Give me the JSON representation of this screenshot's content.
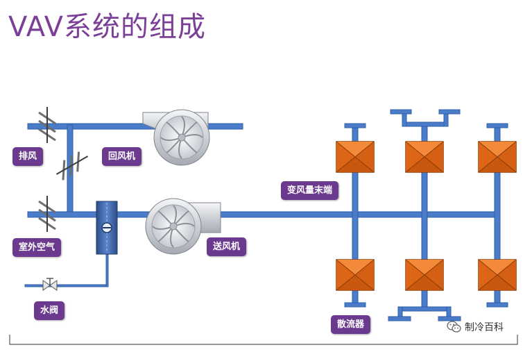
{
  "title": "VAV系统的组成",
  "labels": {
    "exhaust": "排风",
    "return_fan": "回风机",
    "outdoor_air": "室外空气",
    "supply_fan": "送风机",
    "vav_terminal": "变风量末端",
    "water_valve": "水阀",
    "diffuser": "散流器"
  },
  "watermark": {
    "text": "制冷百科",
    "icon": "wechat-icon"
  },
  "colors": {
    "title": "#7b3f98",
    "label_bg": "#6b3a8e",
    "duct": "#4a7cc9",
    "duct_edge": "#2f5fa8",
    "terminal": "#e8701e",
    "terminal_edge": "#8a3b08"
  }
}
